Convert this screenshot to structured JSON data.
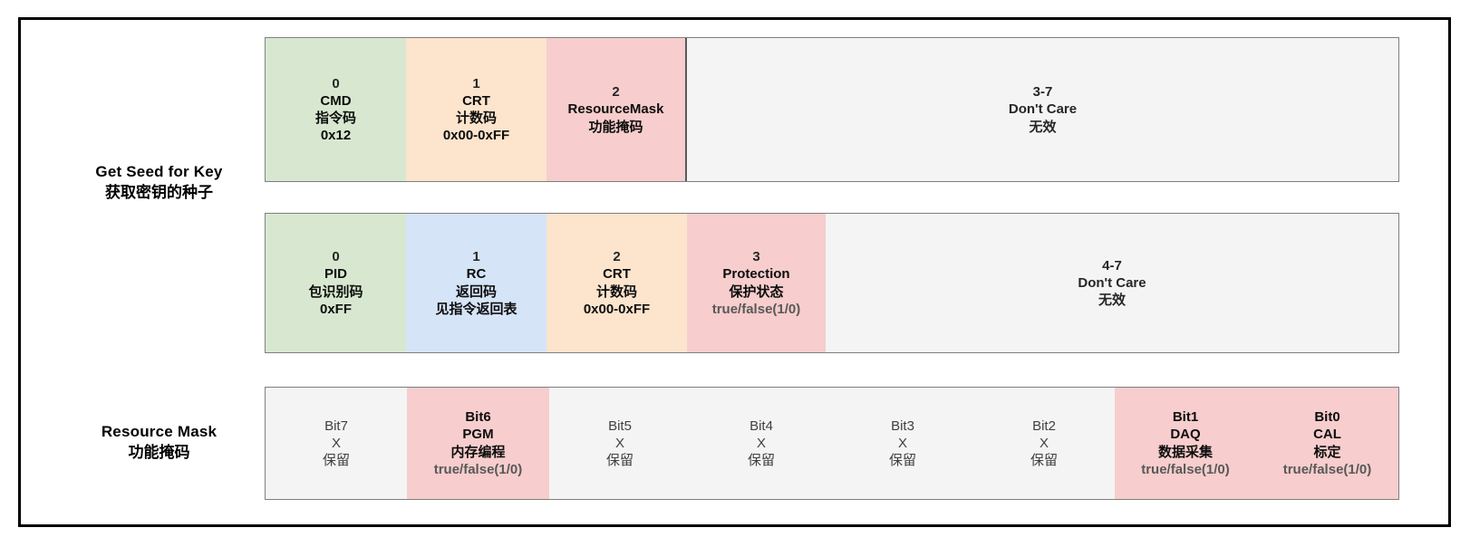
{
  "diagram": {
    "title_hidden": "",
    "colors": {
      "green": "#d8e8d0",
      "blue": "#d6e4f7",
      "orange": "#fce4cd",
      "pink": "#f7cdcd",
      "gray": "#f4f4f4",
      "frame": "#000000",
      "cell_border": "#7f7f7f"
    }
  },
  "labels": {
    "seed": {
      "en": "Get Seed for Key",
      "zh": "获取密钥的种子"
    },
    "mask": {
      "en": "Resource Mask",
      "zh": "功能掩码"
    }
  },
  "request_frame": {
    "cells": [
      {
        "index": "0",
        "name": "CMD",
        "cn": "指令码",
        "value": "0x12",
        "color": "green"
      },
      {
        "index": "1",
        "name": "CRT",
        "cn": "计数码",
        "value": "0x00-0xFF",
        "color": "orange"
      },
      {
        "index": "2",
        "name": "ResourceMask",
        "cn": "功能掩码",
        "value": "",
        "color": "pink"
      },
      {
        "index": "3-7",
        "name": "Don't Care",
        "cn": "无效",
        "value": "",
        "color": "gray"
      }
    ]
  },
  "response_frame": {
    "cells": [
      {
        "index": "0",
        "name": "PID",
        "cn": "包识别码",
        "value": "0xFF",
        "color": "green"
      },
      {
        "index": "1",
        "name": "RC",
        "cn": "返回码",
        "value": "见指令返回表",
        "color": "blue"
      },
      {
        "index": "2",
        "name": "CRT",
        "cn": "计数码",
        "value": "0x00-0xFF",
        "color": "orange"
      },
      {
        "index": "3",
        "name": "Protection",
        "cn": "保护状态",
        "value": "true/false(1/0)",
        "color": "pink"
      },
      {
        "index": "4-7",
        "name": "Don't Care",
        "cn": "无效",
        "value": "",
        "color": "gray"
      }
    ]
  },
  "resource_mask": {
    "bits": [
      {
        "index": "Bit7",
        "name": "X",
        "cn": "保留",
        "value": "",
        "color": "gray",
        "active": false
      },
      {
        "index": "Bit6",
        "name": "PGM",
        "cn": "内存编程",
        "value": "true/false(1/0)",
        "color": "pink",
        "active": true
      },
      {
        "index": "Bit5",
        "name": "X",
        "cn": "保留",
        "value": "",
        "color": "gray",
        "active": false
      },
      {
        "index": "Bit4",
        "name": "X",
        "cn": "保留",
        "value": "",
        "color": "gray",
        "active": false
      },
      {
        "index": "Bit3",
        "name": "X",
        "cn": "保留",
        "value": "",
        "color": "gray",
        "active": false
      },
      {
        "index": "Bit2",
        "name": "X",
        "cn": "保留",
        "value": "",
        "color": "gray",
        "active": false
      },
      {
        "index": "Bit1",
        "name": "DAQ",
        "cn": "数据采集",
        "value": "true/false(1/0)",
        "color": "pink",
        "active": true
      },
      {
        "index": "Bit0",
        "name": "CAL",
        "cn": "标定",
        "value": "true/false(1/0)",
        "color": "pink",
        "active": true
      }
    ]
  }
}
